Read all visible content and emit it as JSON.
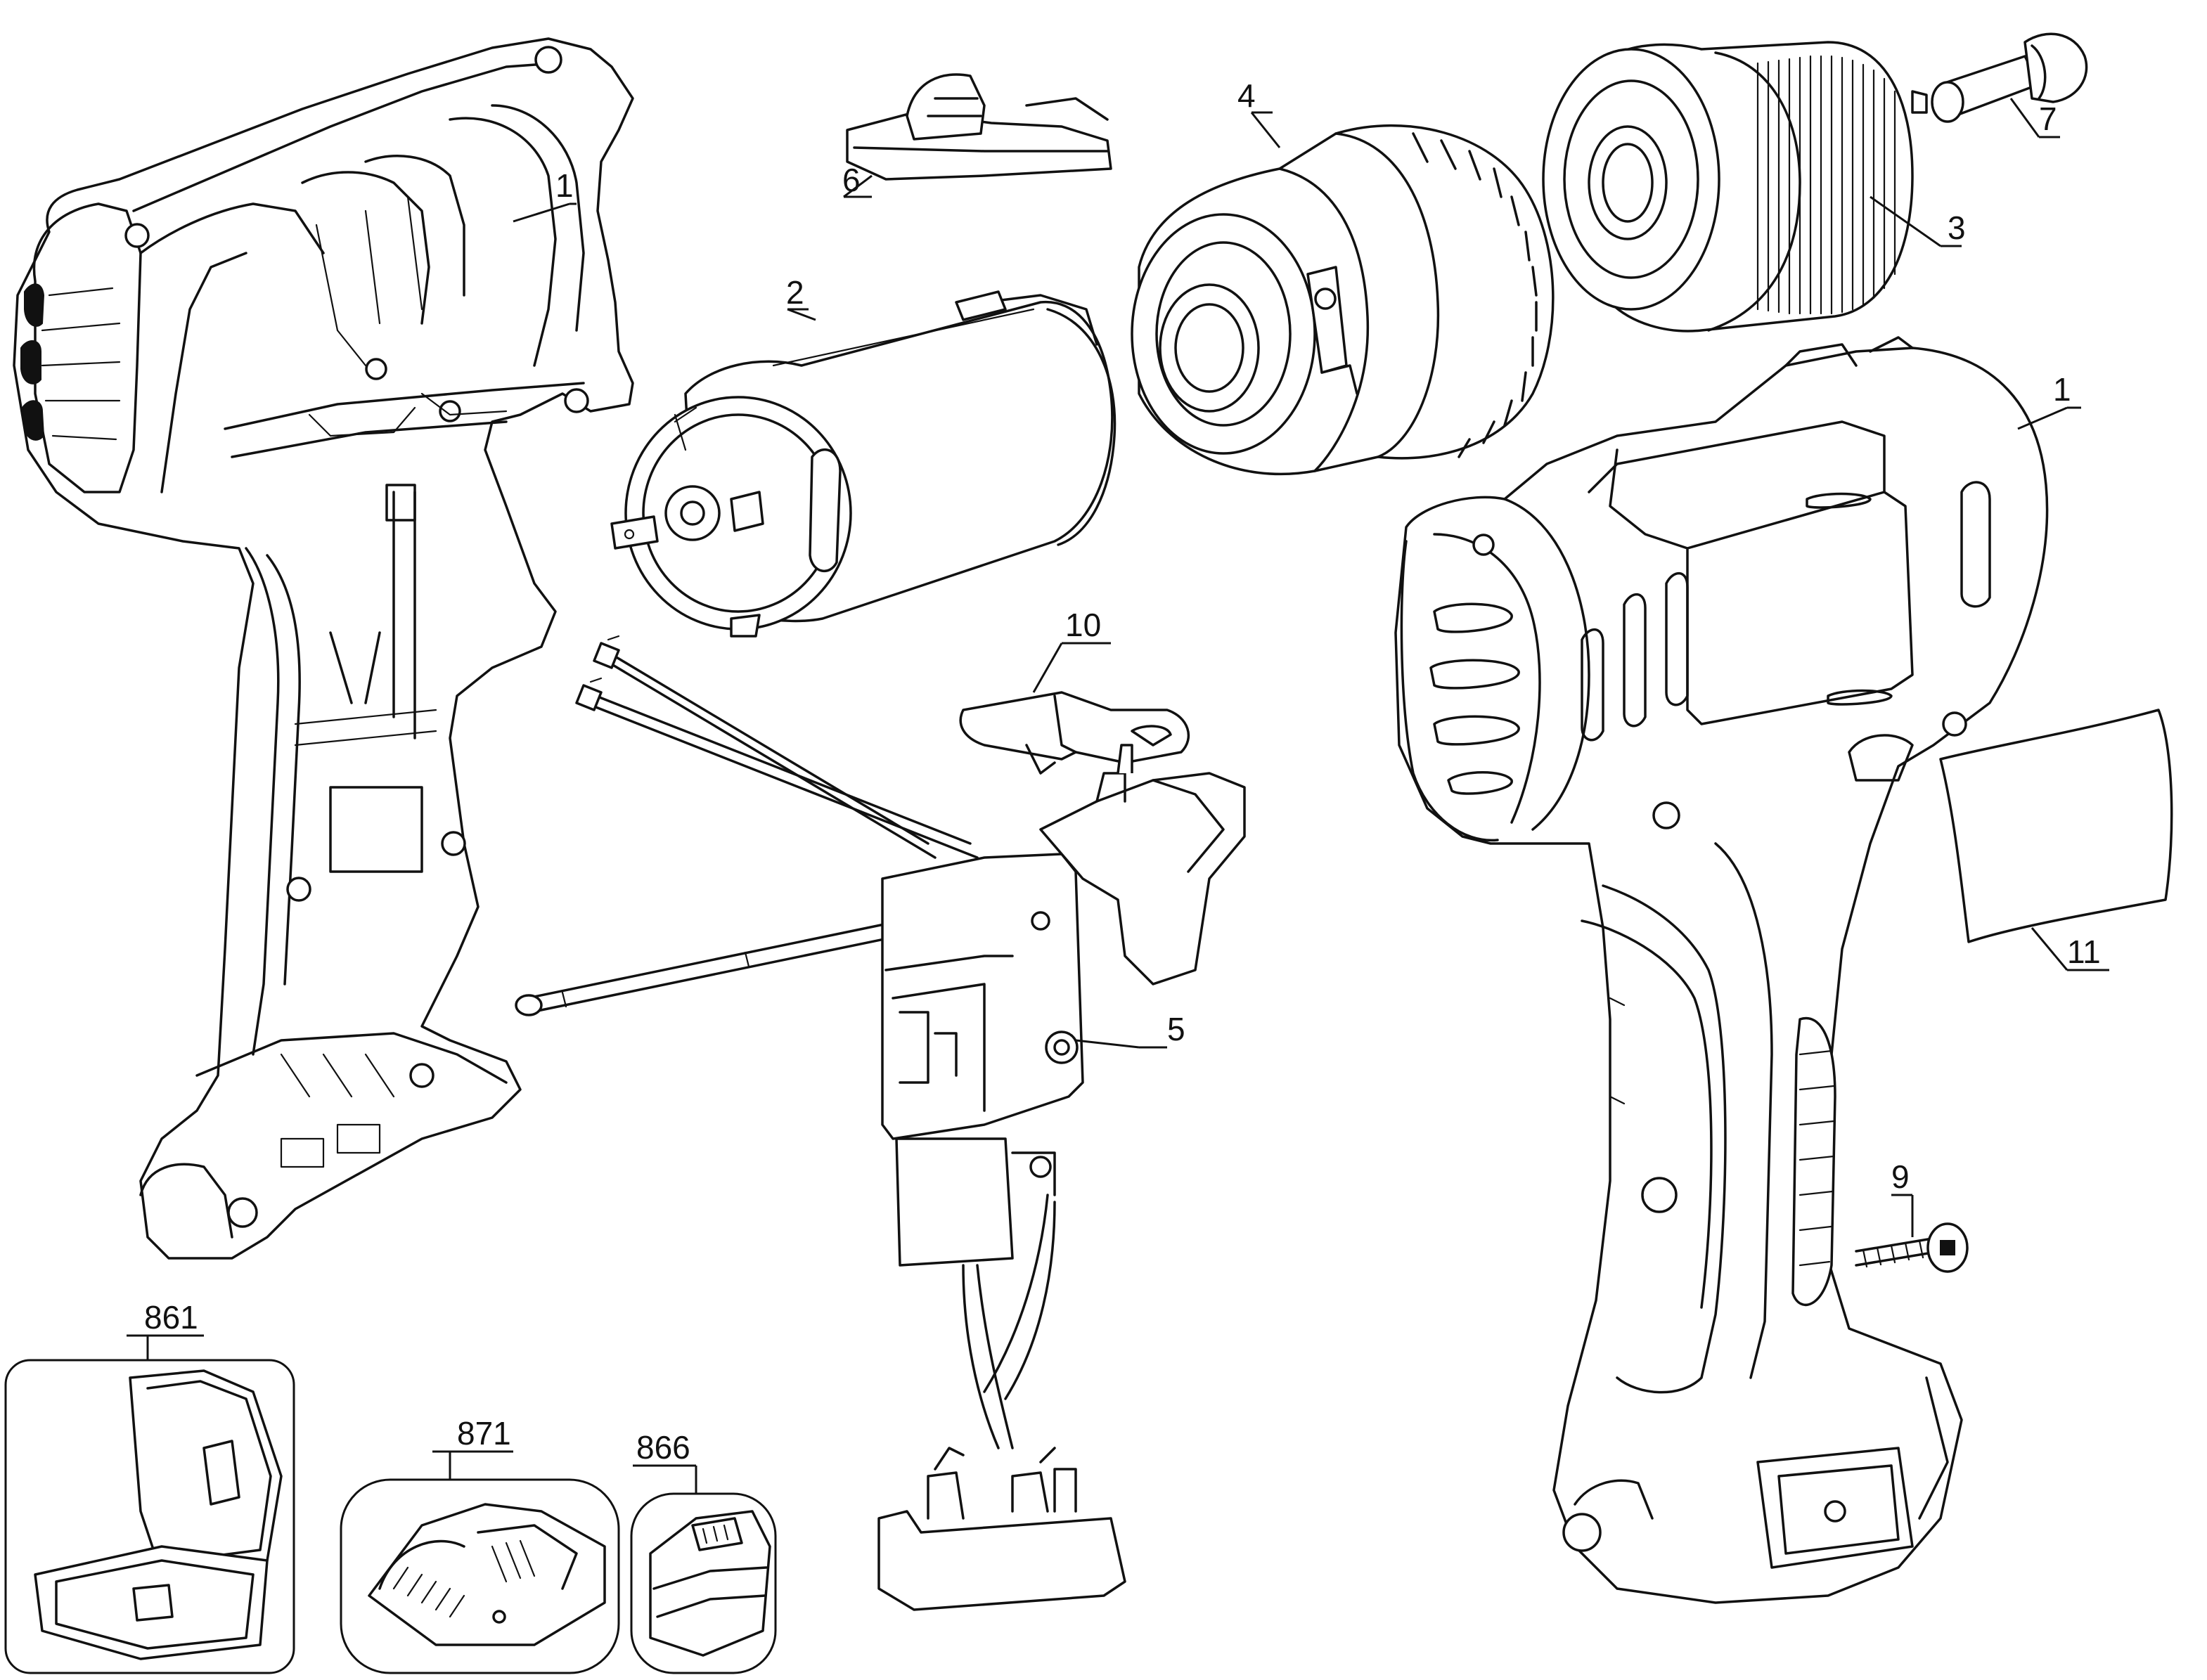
{
  "callouts": {
    "housing_left": "1",
    "housing_right": "1",
    "motor": "2",
    "chuck": "3",
    "gearbox": "4",
    "switch": "5",
    "forward_reverse_slider": "6",
    "chuck_screw": "7",
    "housing_screw": "9",
    "switch_clip": "10",
    "nameplate_label": "11",
    "kit_box": "861",
    "charger": "871",
    "battery": "866"
  }
}
